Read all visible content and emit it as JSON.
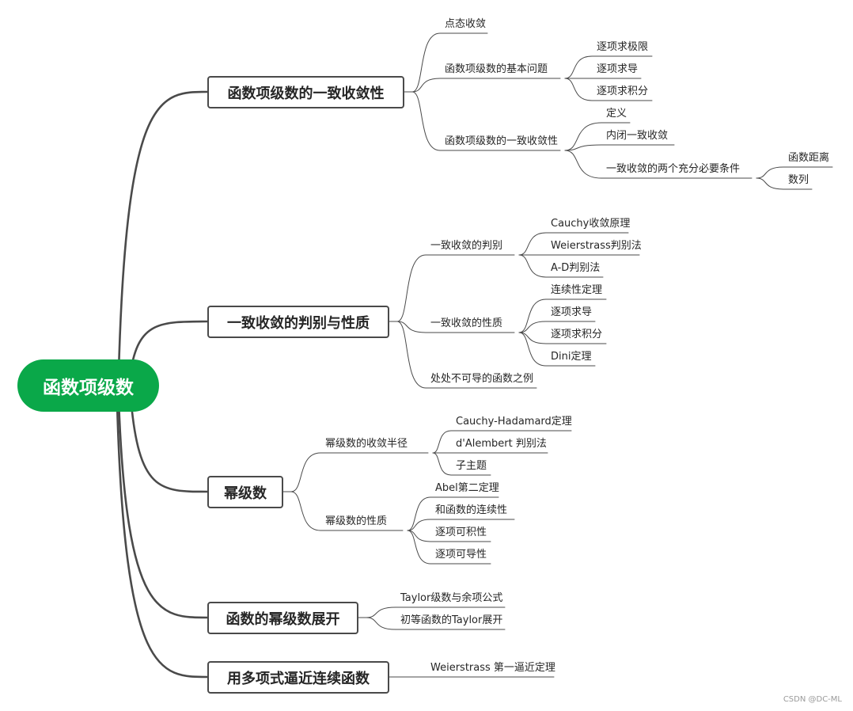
{
  "root": {
    "label": "函数项级数"
  },
  "branches": [
    {
      "label": "函数项级数的一致收敛性",
      "children": [
        {
          "label": "点态收敛"
        },
        {
          "label": "函数项级数的基本问题",
          "children": [
            {
              "label": "逐项求极限"
            },
            {
              "label": "逐项求导"
            },
            {
              "label": "逐项求积分"
            }
          ]
        },
        {
          "label": "函数项级数的一致收敛性",
          "children": [
            {
              "label": "定义"
            },
            {
              "label": "内闭一致收敛"
            },
            {
              "label": "一致收敛的两个充分必要条件",
              "children": [
                {
                  "label": "函数距离"
                },
                {
                  "label": "数列"
                }
              ]
            }
          ]
        }
      ]
    },
    {
      "label": "一致收敛的判别与性质",
      "children": [
        {
          "label": "一致收敛的判别",
          "children": [
            {
              "label": "Cauchy收敛原理"
            },
            {
              "label": "Weierstrass判别法"
            },
            {
              "label": "A-D判别法"
            }
          ]
        },
        {
          "label": "一致收敛的性质",
          "children": [
            {
              "label": "连续性定理"
            },
            {
              "label": "逐项求导"
            },
            {
              "label": "逐项求积分"
            },
            {
              "label": "Dini定理"
            }
          ]
        },
        {
          "label": "处处不可导的函数之例"
        }
      ]
    },
    {
      "label": "幂级数",
      "children": [
        {
          "label": "幂级数的收敛半径",
          "children": [
            {
              "label": "Cauchy-Hadamard定理"
            },
            {
              "label": "d'Alembert 判别法"
            },
            {
              "label": "子主题"
            }
          ]
        },
        {
          "label": "幂级数的性质",
          "children": [
            {
              "label": "Abel第二定理"
            },
            {
              "label": "和函数的连续性"
            },
            {
              "label": "逐项可积性"
            },
            {
              "label": "逐项可导性"
            }
          ]
        }
      ]
    },
    {
      "label": "函数的幂级数展开",
      "children": [
        {
          "label": "Taylor级数与余项公式"
        },
        {
          "label": "初等函数的Taylor展开"
        }
      ]
    },
    {
      "label": "用多项式逼近连续函数",
      "children": [
        {
          "label": "Weierstrass 第一逼近定理"
        }
      ]
    }
  ],
  "watermark": "CSDN @DC-ML",
  "colors": {
    "root_fill": "#0aa849",
    "line": "#4a4a4a",
    "text": "#262626"
  }
}
